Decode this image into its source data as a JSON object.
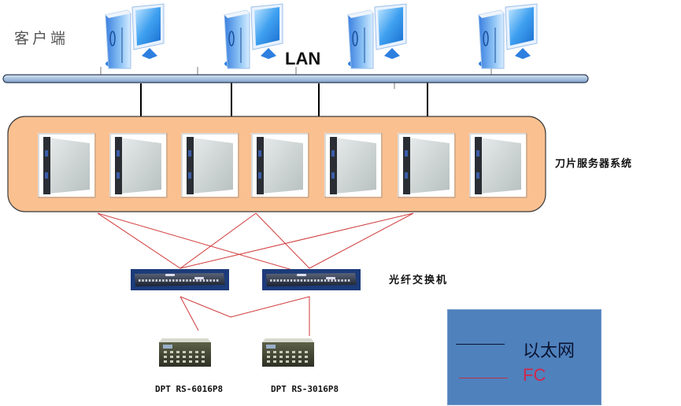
{
  "labels": {
    "clients": "客户端",
    "lan": "LAN",
    "blade_system": "刀片服务器系统",
    "fc_switch": "光纤交换机"
  },
  "clients": [
    {
      "name": "client-pc-1"
    },
    {
      "name": "client-pc-2"
    },
    {
      "name": "client-pc-3"
    },
    {
      "name": "client-pc-4"
    }
  ],
  "blade_servers": [
    {
      "name": "blade-1"
    },
    {
      "name": "blade-2"
    },
    {
      "name": "blade-3"
    },
    {
      "name": "blade-4"
    },
    {
      "name": "blade-5"
    },
    {
      "name": "blade-6"
    },
    {
      "name": "blade-7"
    }
  ],
  "switches": [
    {
      "name": "fc-switch-1"
    },
    {
      "name": "fc-switch-2"
    }
  ],
  "storage": [
    {
      "label": "DPT RS-6016P8"
    },
    {
      "label": "DPT RS-3016P8"
    }
  ],
  "legend": {
    "ethernet": "以太网",
    "fc": "FC"
  },
  "colors": {
    "ethernet": "#000000",
    "fc": "#d03030",
    "blade_panel": "#fac090",
    "legend_bg": "#4f81bd",
    "lan_bus": "#b8cce4"
  }
}
